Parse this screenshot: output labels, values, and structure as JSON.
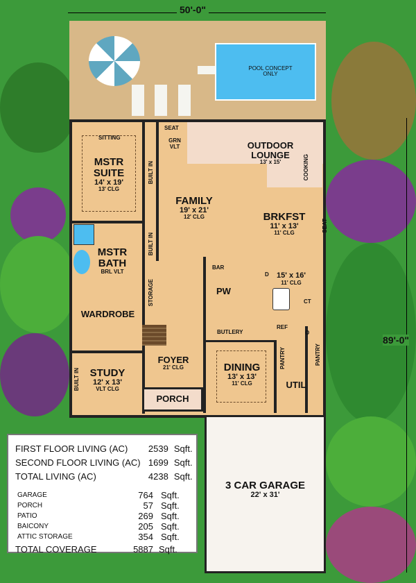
{
  "dimensions": {
    "width": "50'-0\"",
    "depth": "89'-0\""
  },
  "site": {
    "pool_label": "POOL CONCEPT ONLY"
  },
  "rooms": {
    "mstr_suite": {
      "name": "MSTR SUITE",
      "size": "14' x 19'",
      "ceiling": "13' CLG",
      "sitting": "SITTING"
    },
    "family": {
      "name": "FAMILY",
      "size": "19' x 21'",
      "ceiling": "12' CLG"
    },
    "outdoor_lounge": {
      "name": "OUTDOOR LOUNGE",
      "size": "13' x 15'",
      "cooking": "COOKING"
    },
    "brkfst": {
      "name": "BRKFST",
      "size": "11' x 13'",
      "ceiling": "11' CLG"
    },
    "kitchen": {
      "size": "15' x 16'",
      "ceiling": "11' CLG"
    },
    "mstr_bath": {
      "name": "MSTR BATH",
      "ceiling": "BRL VLT"
    },
    "wardrobe": {
      "name": "WARDROBE"
    },
    "study": {
      "name": "STUDY",
      "size": "12' x 13'",
      "ceiling": "VLT CLG"
    },
    "foyer": {
      "name": "FOYER",
      "ceiling": "21' CLG"
    },
    "porch": {
      "name": "PORCH"
    },
    "dining": {
      "name": "DINING",
      "size": "13' x 13'",
      "ceiling": "11' CLG"
    },
    "util": {
      "name": "UTIL"
    },
    "pw": {
      "name": "PW"
    },
    "garage": {
      "name": "3 CAR GARAGE",
      "size": "22' x 31'"
    }
  },
  "features": {
    "seat": "SEAT",
    "grn_vlt": "GRN VLT",
    "built_in": "BUILT IN",
    "storage": "STORAGE",
    "bar": "BAR",
    "butlery": "BUTLERY",
    "ref": "REF",
    "pantry": "PANTRY",
    "d": "D",
    "ct": "CT",
    "o": "O"
  },
  "area_table": {
    "main": [
      {
        "label": "FIRST FLOOR LIVING (AC)",
        "value": "2539",
        "unit": "Sqft."
      },
      {
        "label": "SECOND FLOOR LIVING (AC)",
        "value": "1699",
        "unit": "Sqft."
      },
      {
        "label": "TOTAL LIVING (AC)",
        "value": "4238",
        "unit": "Sqft."
      }
    ],
    "other": [
      {
        "label": "GARAGE",
        "value": "764",
        "unit": "Sqft."
      },
      {
        "label": "PORCH",
        "value": "57",
        "unit": "Sqft."
      },
      {
        "label": "PATIO",
        "value": "269",
        "unit": "Sqft."
      },
      {
        "label": "BAICONY",
        "value": "205",
        "unit": "Sqft."
      },
      {
        "label": "ATTIC STORAGE",
        "value": "354",
        "unit": "Sqft."
      }
    ],
    "total": {
      "label": "TOTAL COVERAGE",
      "value": "5887",
      "unit": "Sqft."
    }
  }
}
